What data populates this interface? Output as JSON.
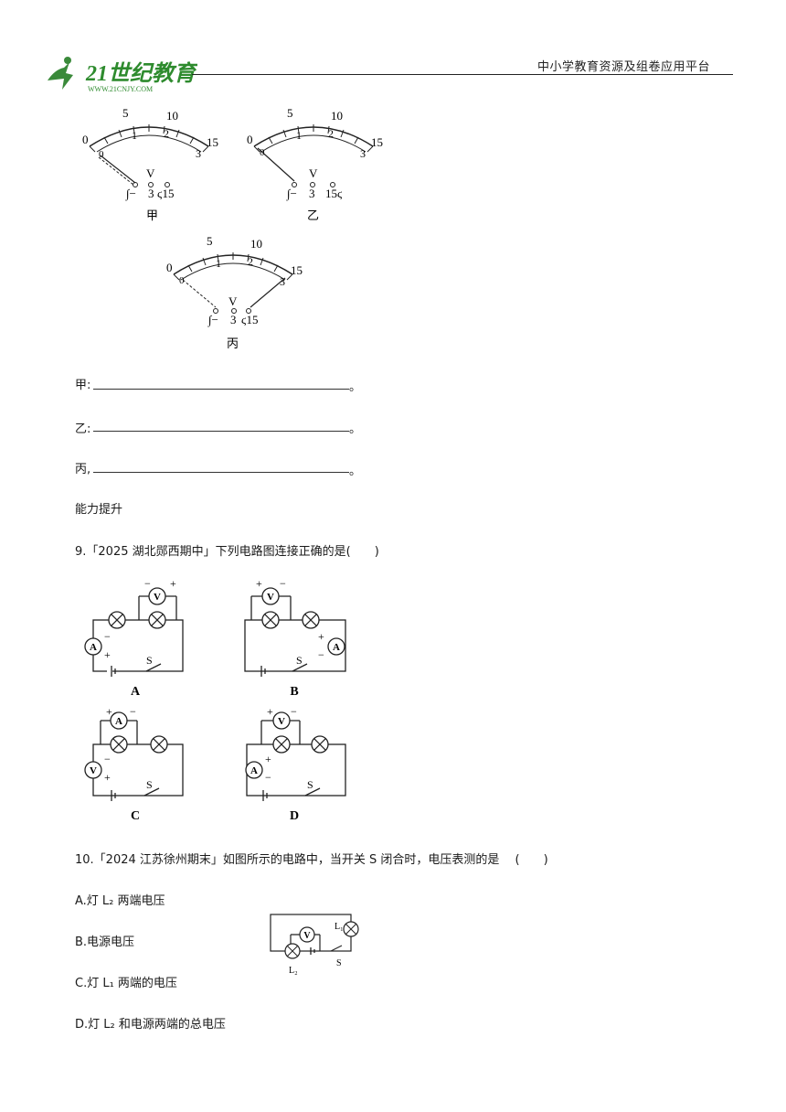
{
  "header": {
    "platform": "中小学教育资源及组卷应用平台",
    "logo_text": "21世纪教育",
    "logo_url": "WWW.21CNJY.COM"
  },
  "meters": {
    "scale_top": [
      "0",
      "5",
      "10",
      "15"
    ],
    "scale_bottom": [
      "1",
      "2",
      "3"
    ],
    "symbol": "V",
    "terminals": [
      "−",
      "3",
      "15"
    ],
    "labels": [
      "甲",
      "乙",
      "丙"
    ]
  },
  "answers": [
    {
      "prefix": "甲:",
      "suffix": "。"
    },
    {
      "prefix": "乙:",
      "suffix": "。"
    },
    {
      "prefix": "丙,",
      "suffix": "。"
    }
  ],
  "section": "能力提升",
  "q9": {
    "text": "9.「2025 湖北郧西期中」下列电路图连接正确的是(　　)",
    "options": [
      "A",
      "B",
      "C",
      "D"
    ],
    "meter_v": "V",
    "meter_a": "A",
    "switch": "S"
  },
  "q10": {
    "text": "10.「2024 江苏徐州期末」如图所示的电路中，当开关 S 闭合时，电压表测的是　 (　　)",
    "options": [
      "A.灯  L₂  两端电压",
      "B.电源电压",
      "C.灯 L₁  两端的电压",
      "D.灯 L₂  和电源两端的总电压"
    ],
    "fig_labels": {
      "v": "V",
      "l1": "L₁",
      "l2": "L₂",
      "s": "S"
    }
  }
}
